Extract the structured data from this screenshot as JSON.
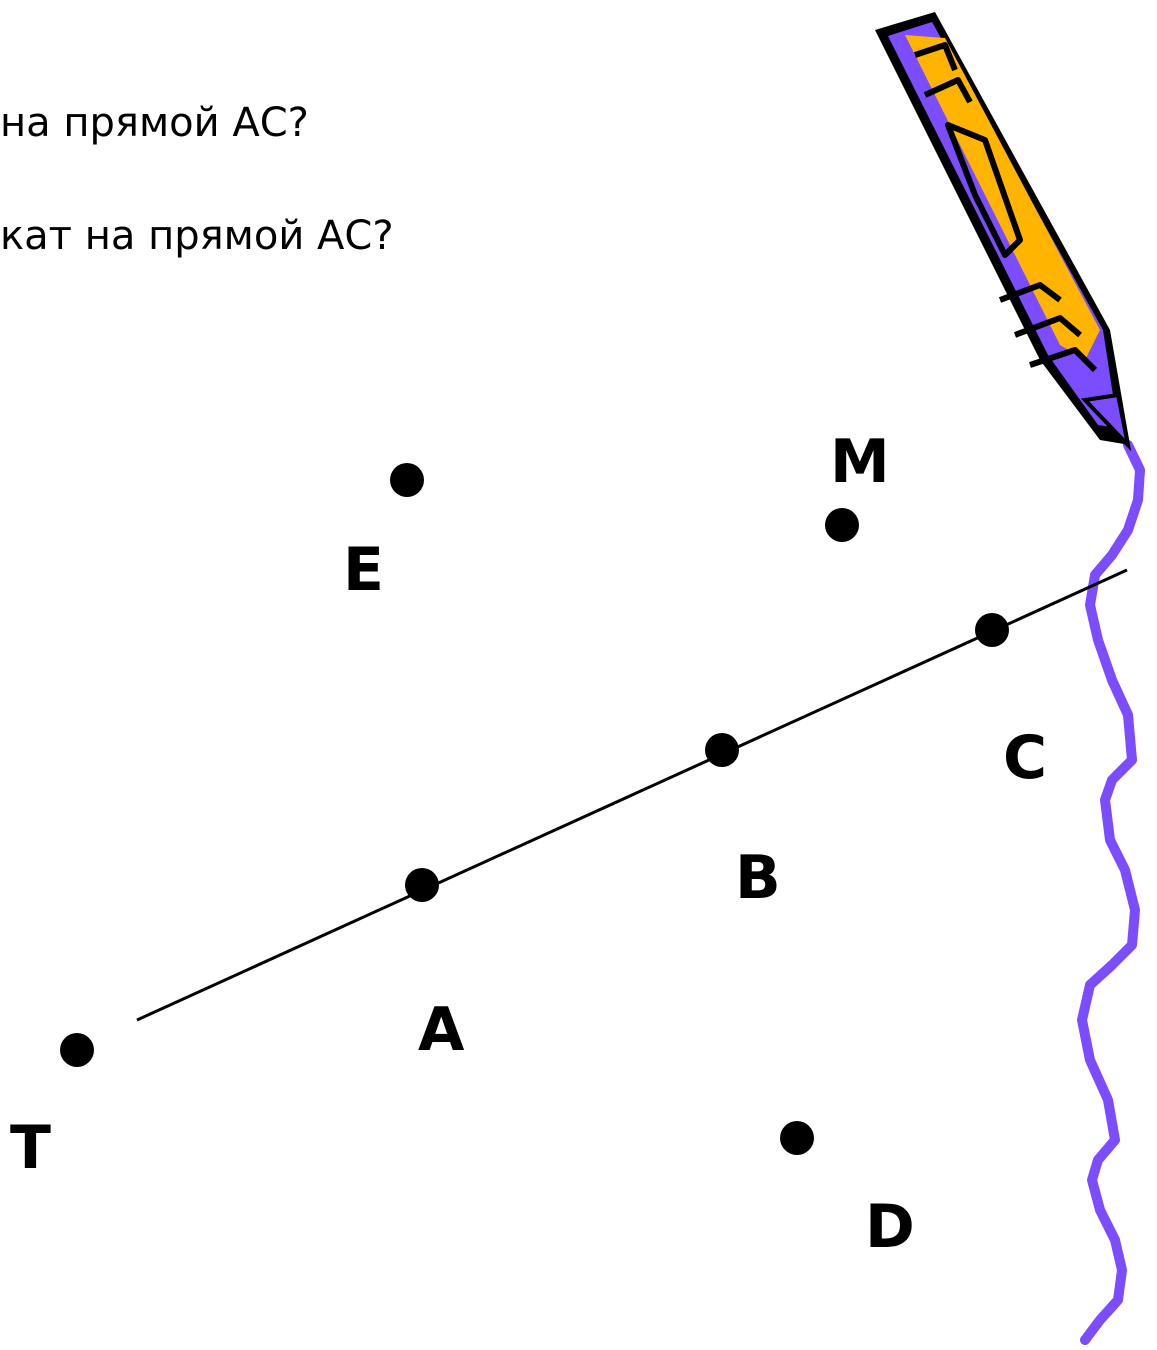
{
  "questions": [
    "на прямой АС?",
    "кат на прямой АС?"
  ],
  "points": [
    {
      "id": "E",
      "label": "E"
    },
    {
      "id": "M",
      "label": "M"
    },
    {
      "id": "C",
      "label": "C"
    },
    {
      "id": "B",
      "label": "B"
    },
    {
      "id": "A",
      "label": "A"
    },
    {
      "id": "T",
      "label": "T"
    },
    {
      "id": "D",
      "label": "D"
    }
  ],
  "line": {
    "through": [
      "A",
      "C"
    ]
  },
  "colors": {
    "ink": "#000000",
    "pencil_body": "#FFB400",
    "pencil_shade": "#7B4DFF",
    "scribble": "#7B4DFF"
  },
  "decorations": [
    "pencil-clipart",
    "scribble-line"
  ]
}
